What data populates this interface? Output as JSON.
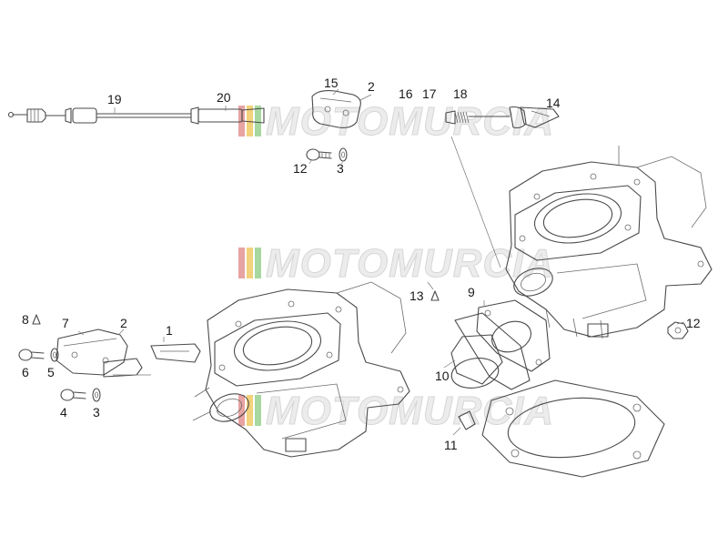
{
  "watermark": {
    "text": "MOTOMURCIA",
    "stripe_colors": [
      "#e8a3a3",
      "#f2d27a",
      "#a8d8a0"
    ]
  },
  "callouts": {
    "c19": "19",
    "c20": "20",
    "c15": "15",
    "c2a": "2",
    "c16": "16",
    "c17": "17",
    "c18": "18",
    "c14": "14",
    "c12a": "12",
    "c3a": "3",
    "c13": "13",
    "c9": "9",
    "c12b": "12",
    "c8": "8",
    "c7": "7",
    "c2b": "2",
    "c1": "1",
    "c6": "6",
    "c5": "5",
    "c4": "4",
    "c3b": "3",
    "c10": "10",
    "c11": "11"
  }
}
